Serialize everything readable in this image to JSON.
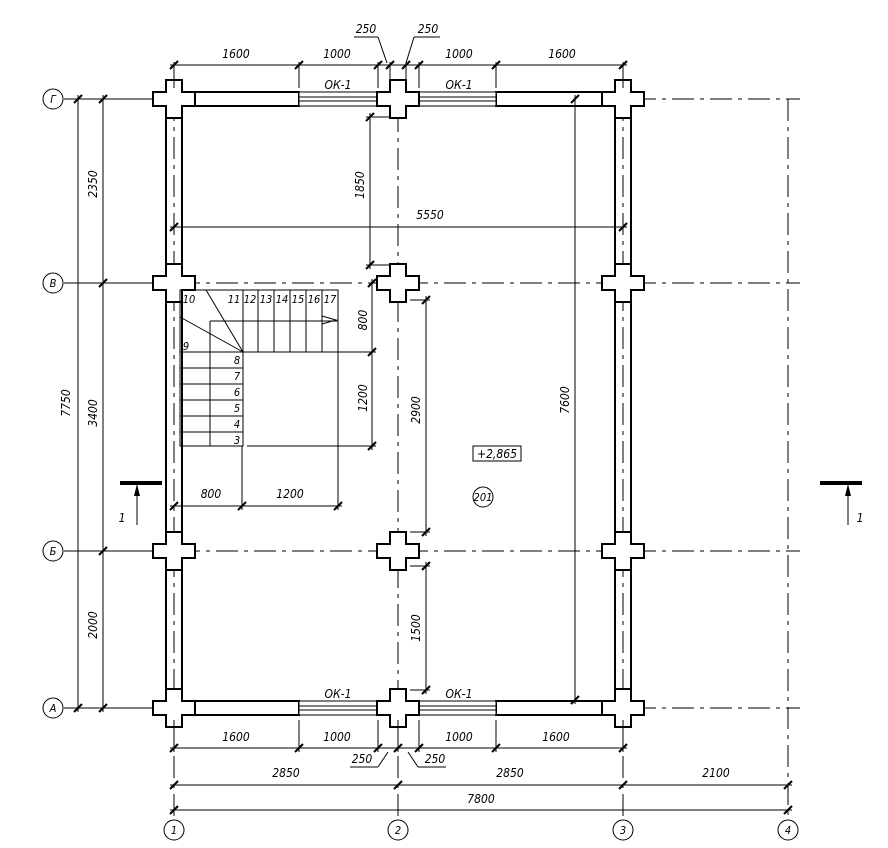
{
  "axes": {
    "rows": [
      "Г",
      "В",
      "Б",
      "А"
    ],
    "cols": [
      "1",
      "2",
      "3",
      "4"
    ]
  },
  "dims": {
    "top": [
      "1600",
      "1000",
      "1000",
      "1600"
    ],
    "top_small": [
      "250",
      "250"
    ],
    "bottom": [
      "1600",
      "1000",
      "1000",
      "1600"
    ],
    "bottom_small": [
      "250",
      "250"
    ],
    "bottom_axes": [
      "2850",
      "2850",
      "2100"
    ],
    "overall_width": "7800",
    "left_total": "7750",
    "left": [
      "2350",
      "3400",
      "2000"
    ],
    "interior": {
      "d1850": "1850",
      "d5550": "5550",
      "d800": "800",
      "d1200": "1200",
      "d2900": "2900",
      "d1500": "1500",
      "d7600": "7600",
      "stair_w1": "800",
      "stair_w2": "1200"
    }
  },
  "windows": [
    "ОК-1",
    "ОК-1",
    "ОК-1",
    "ОК-1"
  ],
  "elevation": "+2,865",
  "room": "201",
  "section": [
    "1",
    "1"
  ],
  "stairs": [
    "3",
    "4",
    "5",
    "6",
    "7",
    "8",
    "9",
    "10",
    "11",
    "12",
    "13",
    "14",
    "15",
    "16",
    "17"
  ]
}
